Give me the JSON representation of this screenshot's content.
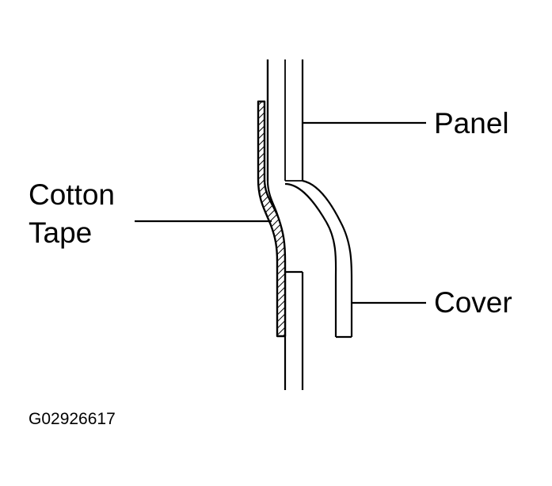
{
  "labels": {
    "panel": "Panel",
    "cover": "Cover",
    "cotton_tape_line1": "Cotton",
    "cotton_tape_line2": "Tape"
  },
  "figure_code": "G02926617",
  "colors": {
    "stroke": "#000000",
    "background": "#ffffff"
  },
  "hatch_pattern": "diagonal-lines"
}
